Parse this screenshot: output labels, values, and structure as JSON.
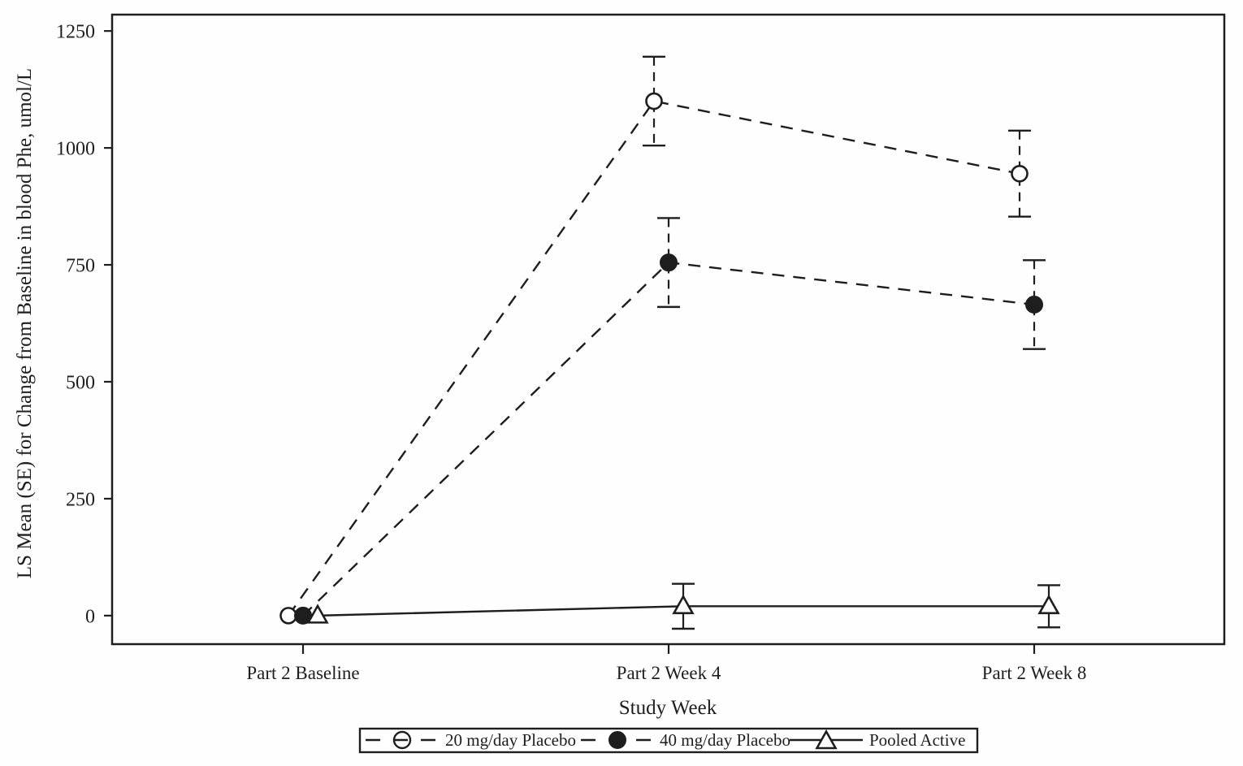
{
  "figure": {
    "background": "#fefefe",
    "ink_color": "#1e1e1e"
  },
  "chart_data": {
    "type": "line",
    "title": "",
    "xlabel": "Study Week",
    "ylabel": "LS Mean (SE) for Change from Baseline in blood Phe, umol/L",
    "categories": [
      "Part 2 Baseline",
      "Part 2 Week 4",
      "Part 2 Week 8"
    ],
    "y_ticks": [
      0,
      250,
      500,
      750,
      1000,
      1250
    ],
    "ylim": [
      -61,
      1285
    ],
    "grid": false,
    "legend_position": "bottom",
    "error_bars": "SE",
    "series": [
      {
        "name": "20 mg/day Placebo",
        "marker": "open-circle",
        "line_style": "dashed",
        "values": [
          0,
          1100,
          945
        ],
        "se": [
          0,
          95,
          92
        ]
      },
      {
        "name": "40 mg/day Placebo",
        "marker": "filled-circle",
        "line_style": "dashed",
        "values": [
          0,
          755,
          665
        ],
        "se": [
          0,
          95,
          95
        ]
      },
      {
        "name": "Pooled Active",
        "marker": "open-triangle",
        "line_style": "solid",
        "values": [
          0,
          20,
          20
        ],
        "se": [
          0,
          48,
          45
        ]
      }
    ]
  }
}
